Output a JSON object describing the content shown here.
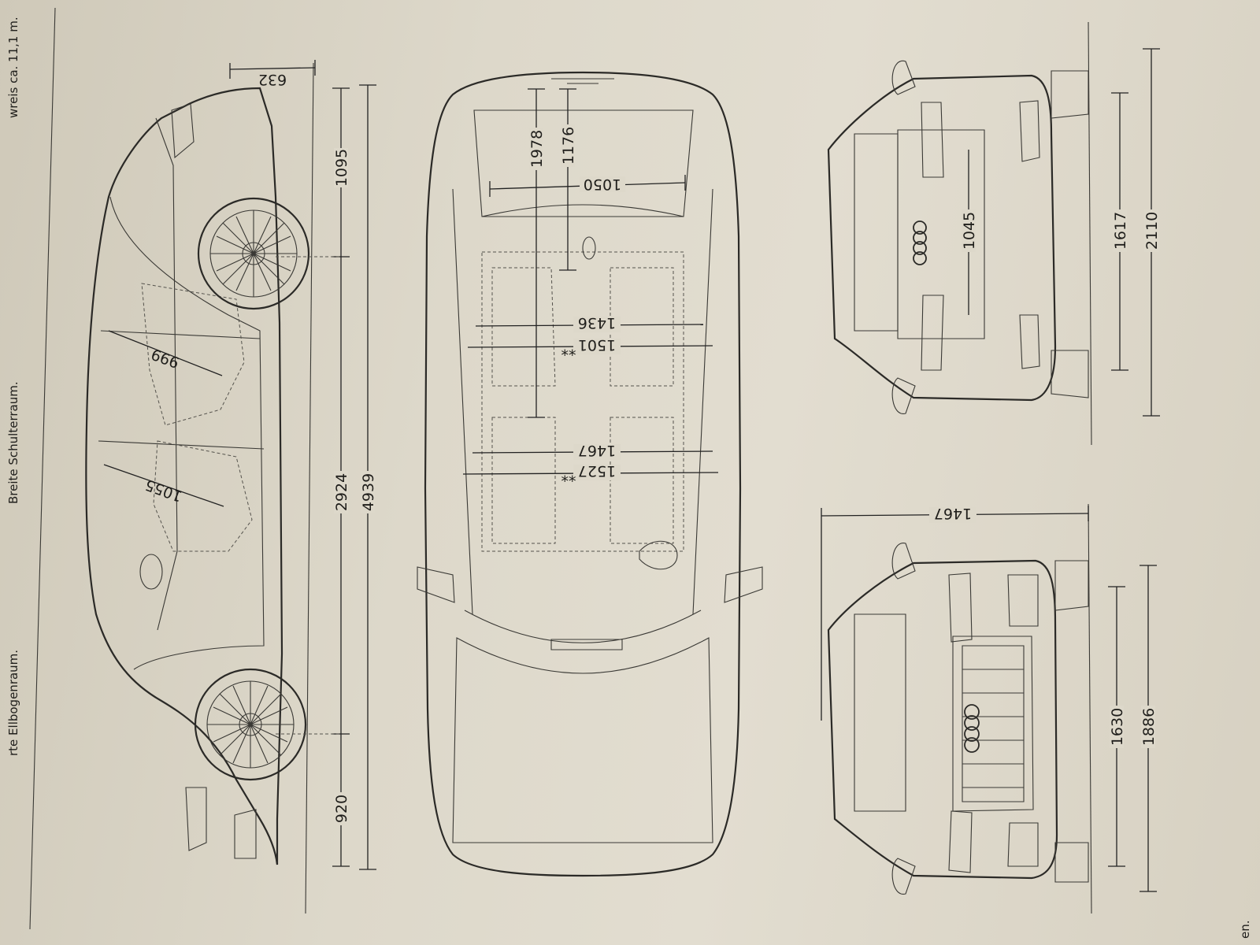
{
  "captions": {
    "left_top": "Breite Schulterraum.",
    "left_bottom": "rte Ellbogenraum.",
    "top_right": "wreis ca. 11,1 m.",
    "bottom_right": "en."
  },
  "side_view": {
    "overhang_top": "632",
    "length_front_section": "1095",
    "wheelbase": "2924",
    "overall_length": "4939",
    "rear_overhang": "920",
    "headroom_rear": "999",
    "headroom_front": "1055"
  },
  "top_view": {
    "cargo_length_long": "1978",
    "cargo_length_short": "1176",
    "cargo_width": "1050",
    "rear_shoulder": "1436",
    "rear_elbow": "1501",
    "front_shoulder": "1467",
    "front_elbow": "1527",
    "marker": "**"
  },
  "rear_view": {
    "loading_width": "1045",
    "track_rear": "1617",
    "width_mirrors": "2110"
  },
  "front_view": {
    "height": "1467",
    "track_front": "1630",
    "width": "1886"
  }
}
